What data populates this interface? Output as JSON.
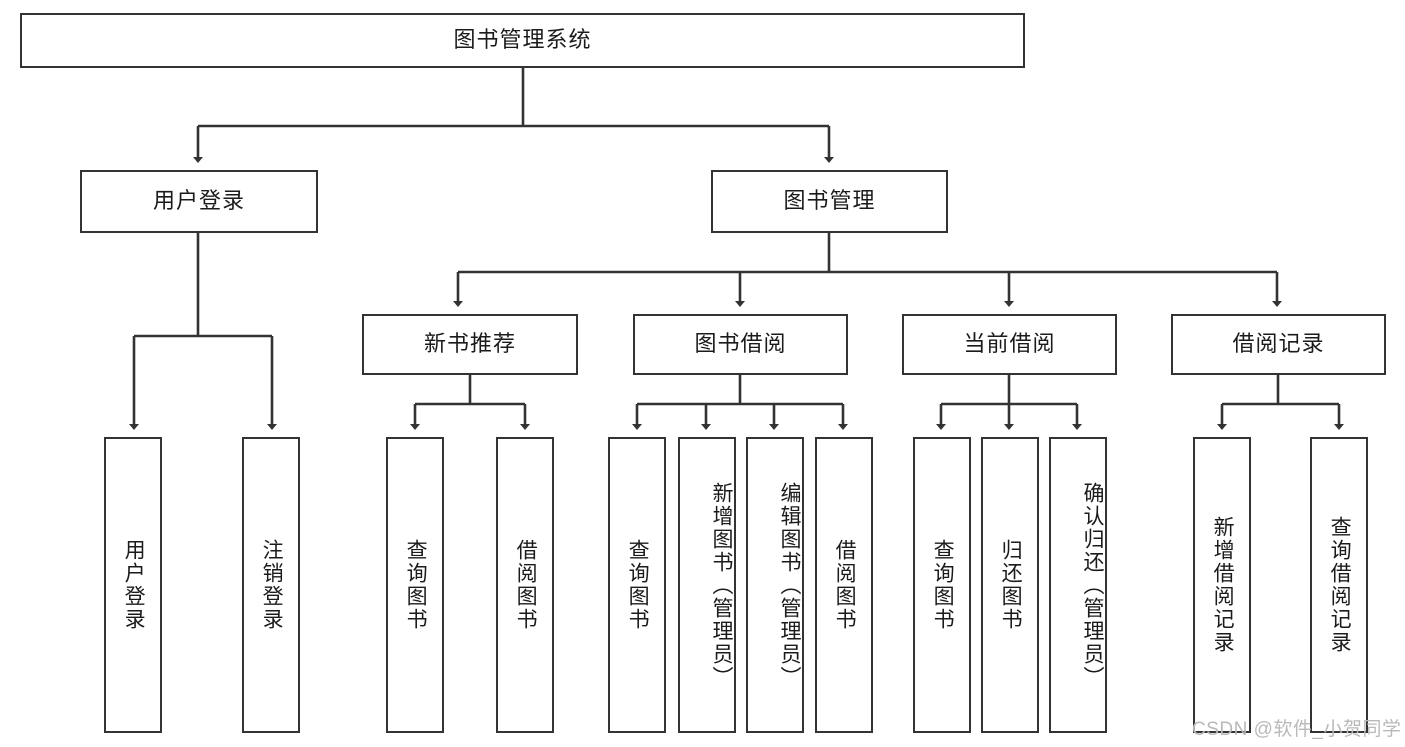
{
  "diagram": {
    "type": "tree-hierarchy",
    "title": "图书管理系统",
    "orientation": "top-down",
    "colors": {
      "box_border": "#333333",
      "box_fill": "#ffffff",
      "line": "#333333",
      "text": "#1b1b1b",
      "watermark": "#b9b9b9"
    },
    "root": {
      "id": "root",
      "label": "图书管理系统"
    },
    "level2": [
      {
        "id": "user-login",
        "label": "用户登录"
      },
      {
        "id": "book-manage",
        "label": "图书管理"
      }
    ],
    "level3": [
      {
        "id": "new-book-recommend",
        "label": "新书推荐",
        "parent": "book-manage"
      },
      {
        "id": "book-borrow",
        "label": "图书借阅",
        "parent": "book-manage"
      },
      {
        "id": "current-borrow",
        "label": "当前借阅",
        "parent": "book-manage"
      },
      {
        "id": "borrow-record",
        "label": "借阅记录",
        "parent": "book-manage"
      }
    ],
    "leaves": [
      {
        "id": "leaf-user-login",
        "label": "用户登录",
        "parent": "user-login"
      },
      {
        "id": "leaf-user-logout",
        "label": "注销登录",
        "parent": "user-login"
      },
      {
        "id": "leaf-query-book-1",
        "label": "查询图书",
        "parent": "new-book-recommend"
      },
      {
        "id": "leaf-borrow-book-1",
        "label": "借阅图书",
        "parent": "new-book-recommend"
      },
      {
        "id": "leaf-query-book-2",
        "label": "查询图书",
        "parent": "book-borrow"
      },
      {
        "id": "leaf-add-book",
        "label": "新增图书（管理员）",
        "parent": "book-borrow"
      },
      {
        "id": "leaf-edit-book",
        "label": "编辑图书（管理员）",
        "parent": "book-borrow"
      },
      {
        "id": "leaf-borrow-book-2",
        "label": "借阅图书",
        "parent": "book-borrow"
      },
      {
        "id": "leaf-query-book-3",
        "label": "查询图书",
        "parent": "current-borrow"
      },
      {
        "id": "leaf-return-book",
        "label": "归还图书",
        "parent": "current-borrow"
      },
      {
        "id": "leaf-confirm-return",
        "label": "确认归还（管理员）",
        "parent": "current-borrow"
      },
      {
        "id": "leaf-add-record",
        "label": "新增借阅记录",
        "parent": "borrow-record"
      },
      {
        "id": "leaf-query-record",
        "label": "查询借阅记录",
        "parent": "borrow-record"
      }
    ]
  },
  "watermark": {
    "text": "CSDN @软件_小贺同学"
  }
}
